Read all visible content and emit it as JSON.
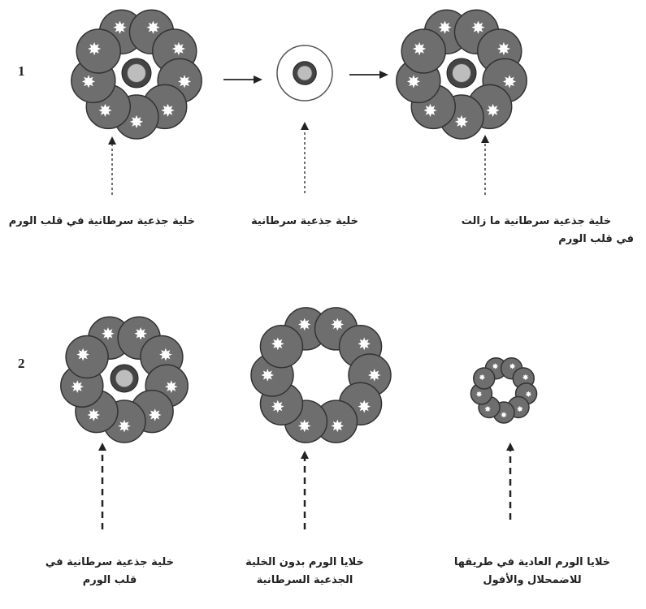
{
  "rows": [
    {
      "number": "1",
      "captions": [
        {
          "lines": [
            "خلية جذعية سرطانية في قلب الورم"
          ]
        },
        {
          "lines": [
            "خلية جذعية سرطانية"
          ]
        },
        {
          "lines": [
            "خلية جذعية سرطانية ما زالت",
            "في قلب الورم"
          ]
        }
      ]
    },
    {
      "number": "2",
      "captions": [
        {
          "lines": [
            "خلية جذعية سرطانية في",
            "قلب الورم"
          ]
        },
        {
          "lines": [
            "خلايا الورم بدون الخلية",
            "الجذعية السرطانية"
          ]
        },
        {
          "lines": [
            "خلايا الورم العادية في طريقها",
            "للاضمحلال والأفول"
          ]
        }
      ]
    }
  ],
  "colors": {
    "tumor_cell": "#6e6e6e",
    "tumor_cell_stroke": "#333333",
    "nucleus": "#ffffff",
    "stem_ring": "#444444",
    "stem_core": "#bdbdbd",
    "arrow": "#222222"
  }
}
